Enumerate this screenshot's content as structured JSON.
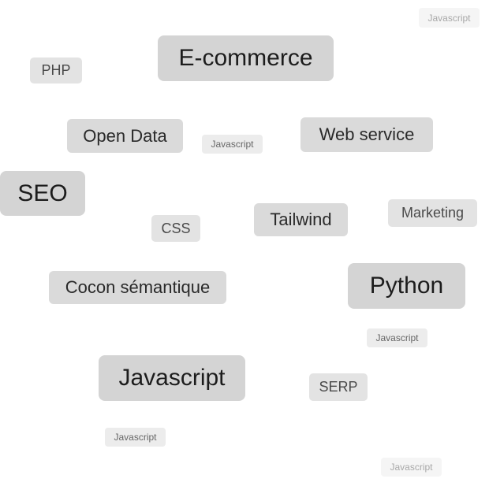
{
  "tags": [
    {
      "label": "Javascript",
      "weight": "xs"
    },
    {
      "label": "PHP",
      "weight": "m"
    },
    {
      "label": "E-commerce",
      "weight": "xl"
    },
    {
      "label": "Open Data",
      "weight": "l"
    },
    {
      "label": "Javascript",
      "weight": "s"
    },
    {
      "label": "Web service",
      "weight": "l"
    },
    {
      "label": "SEO",
      "weight": "xl"
    },
    {
      "label": "CSS",
      "weight": "m"
    },
    {
      "label": "Tailwind",
      "weight": "l"
    },
    {
      "label": "Marketing",
      "weight": "m"
    },
    {
      "label": "Cocon sémantique",
      "weight": "l"
    },
    {
      "label": "Python",
      "weight": "xl"
    },
    {
      "label": "Javascript",
      "weight": "s"
    },
    {
      "label": "Javascript",
      "weight": "xl"
    },
    {
      "label": "SERP",
      "weight": "m"
    },
    {
      "label": "Javascript",
      "weight": "s"
    },
    {
      "label": "Javascript",
      "weight": "xs"
    }
  ]
}
